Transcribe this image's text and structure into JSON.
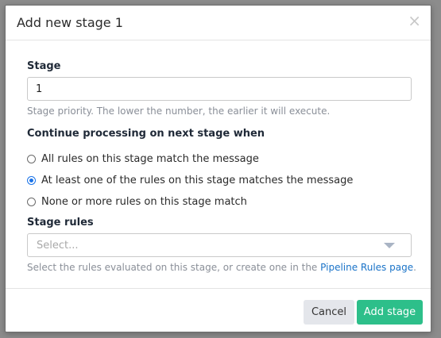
{
  "modal": {
    "title": "Add new stage 1",
    "close_glyph": "×"
  },
  "stage": {
    "label": "Stage",
    "value": "1",
    "help": "Stage priority. The lower the number, the earlier it will execute."
  },
  "continue": {
    "label": "Continue processing on next stage when",
    "options": [
      {
        "label": "All rules on this stage match the message",
        "checked": false
      },
      {
        "label": "At least one of the rules on this stage matches the message",
        "checked": true
      },
      {
        "label": "None or more rules on this stage match",
        "checked": false
      }
    ]
  },
  "rules": {
    "label": "Stage rules",
    "placeholder": "Select...",
    "help_prefix": "Select the rules evaluated on this stage, or create one in the ",
    "help_link": "Pipeline Rules page",
    "help_suffix": "."
  },
  "footer": {
    "cancel_label": "Cancel",
    "add_label": "Add stage"
  },
  "colors": {
    "accent": "#1a73e8",
    "primary_button": "#2dbf8a",
    "link": "#1a73c8"
  }
}
